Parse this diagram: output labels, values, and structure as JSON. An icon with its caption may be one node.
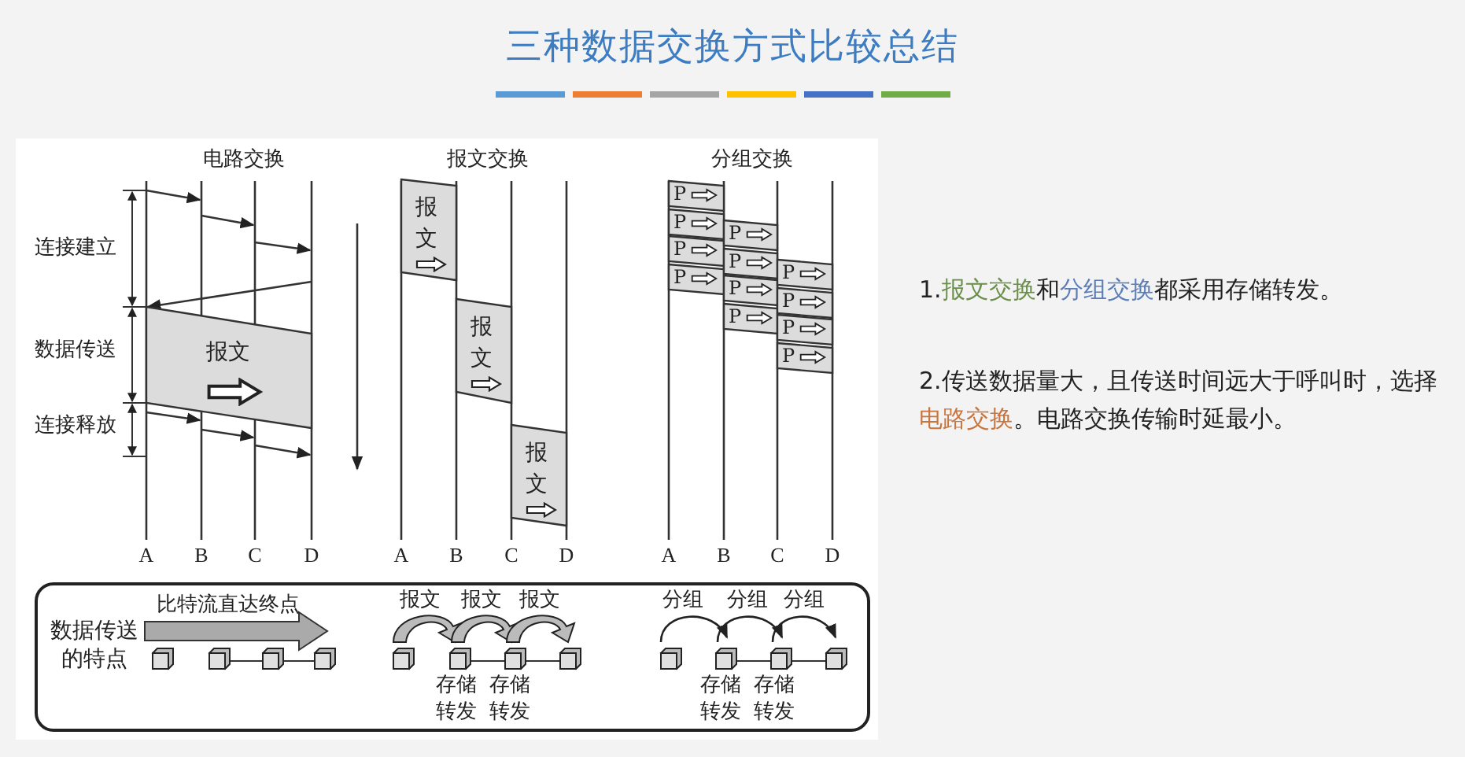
{
  "diagram": {
    "title": "三种数据交换方式比较总结",
    "nodes": [
      {
        "text": [
          "报文"
        ]
      },
      {
        "text": [
          "报文"
        ]
      },
      {
        "text": [
          "报文"
        ]
      },
      {
        "text": [
          "报文"
        ]
      },
      {
        "text": [
          "P"
        ]
      },
      {
        "text": [
          "P"
        ]
      },
      {
        "text": [
          "P"
        ]
      },
      {
        "text": [
          "P"
        ]
      },
      {
        "text": [
          "P"
        ]
      },
      {
        "text": [
          "P"
        ]
      },
      {
        "text": [
          "P"
        ]
      },
      {
        "text": [
          "P"
        ]
      },
      {
        "text": [
          "P"
        ]
      },
      {
        "text": [
          "P"
        ]
      },
      {
        "text": [
          "P"
        ]
      },
      {
        "text": [
          "P"
        ]
      },
      {
        "text": [
          "数据传送的特点"
        ]
      }
    ],
    "edges": [],
    "labels": [
      "电路交换",
      "报文交换",
      "分组交换",
      "连接建立",
      "数据传送",
      "连接释放",
      "A",
      "B",
      "C",
      "D",
      "A",
      "B",
      "C",
      "D",
      "A",
      "B",
      "C",
      "D",
      "比特流直达终点",
      "报文",
      "报文",
      "报文",
      "分组",
      "分组",
      "分组",
      "存储转发",
      "存储转发",
      "存储转发",
      "存储转发",
      "1.**报文交换**和**分组交换**都采用存储转发。",
      "2.传送数据量大，且传送时间远大于呼叫时，选择**电路交换**。电路交换传输时延最小。"
    ]
  }
}
